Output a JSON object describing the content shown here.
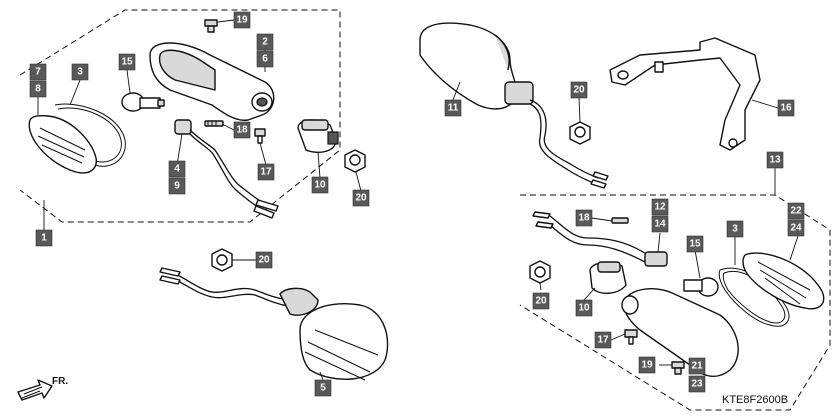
{
  "diagram_code": "KTE8F2600B",
  "direction_label": "FR.",
  "callouts": {
    "c19a": "19",
    "c2": "2",
    "c6": "6",
    "c7": "7",
    "c8": "8",
    "c3a": "3",
    "c15a": "15",
    "c18a": "18",
    "c4": "4",
    "c9": "9",
    "c17a": "17",
    "c10a": "10",
    "c20a": "20",
    "c1": "1",
    "c20b": "20",
    "c5": "5",
    "c11": "11",
    "c20c": "20",
    "c16": "16",
    "c13": "13",
    "c18b": "18",
    "c12": "12",
    "c14": "14",
    "c15b": "15",
    "c3b": "3",
    "c22": "22",
    "c24": "24",
    "c20d": "20",
    "c10b": "10",
    "c17b": "17",
    "c19b": "19",
    "c21": "21",
    "c23": "23"
  }
}
